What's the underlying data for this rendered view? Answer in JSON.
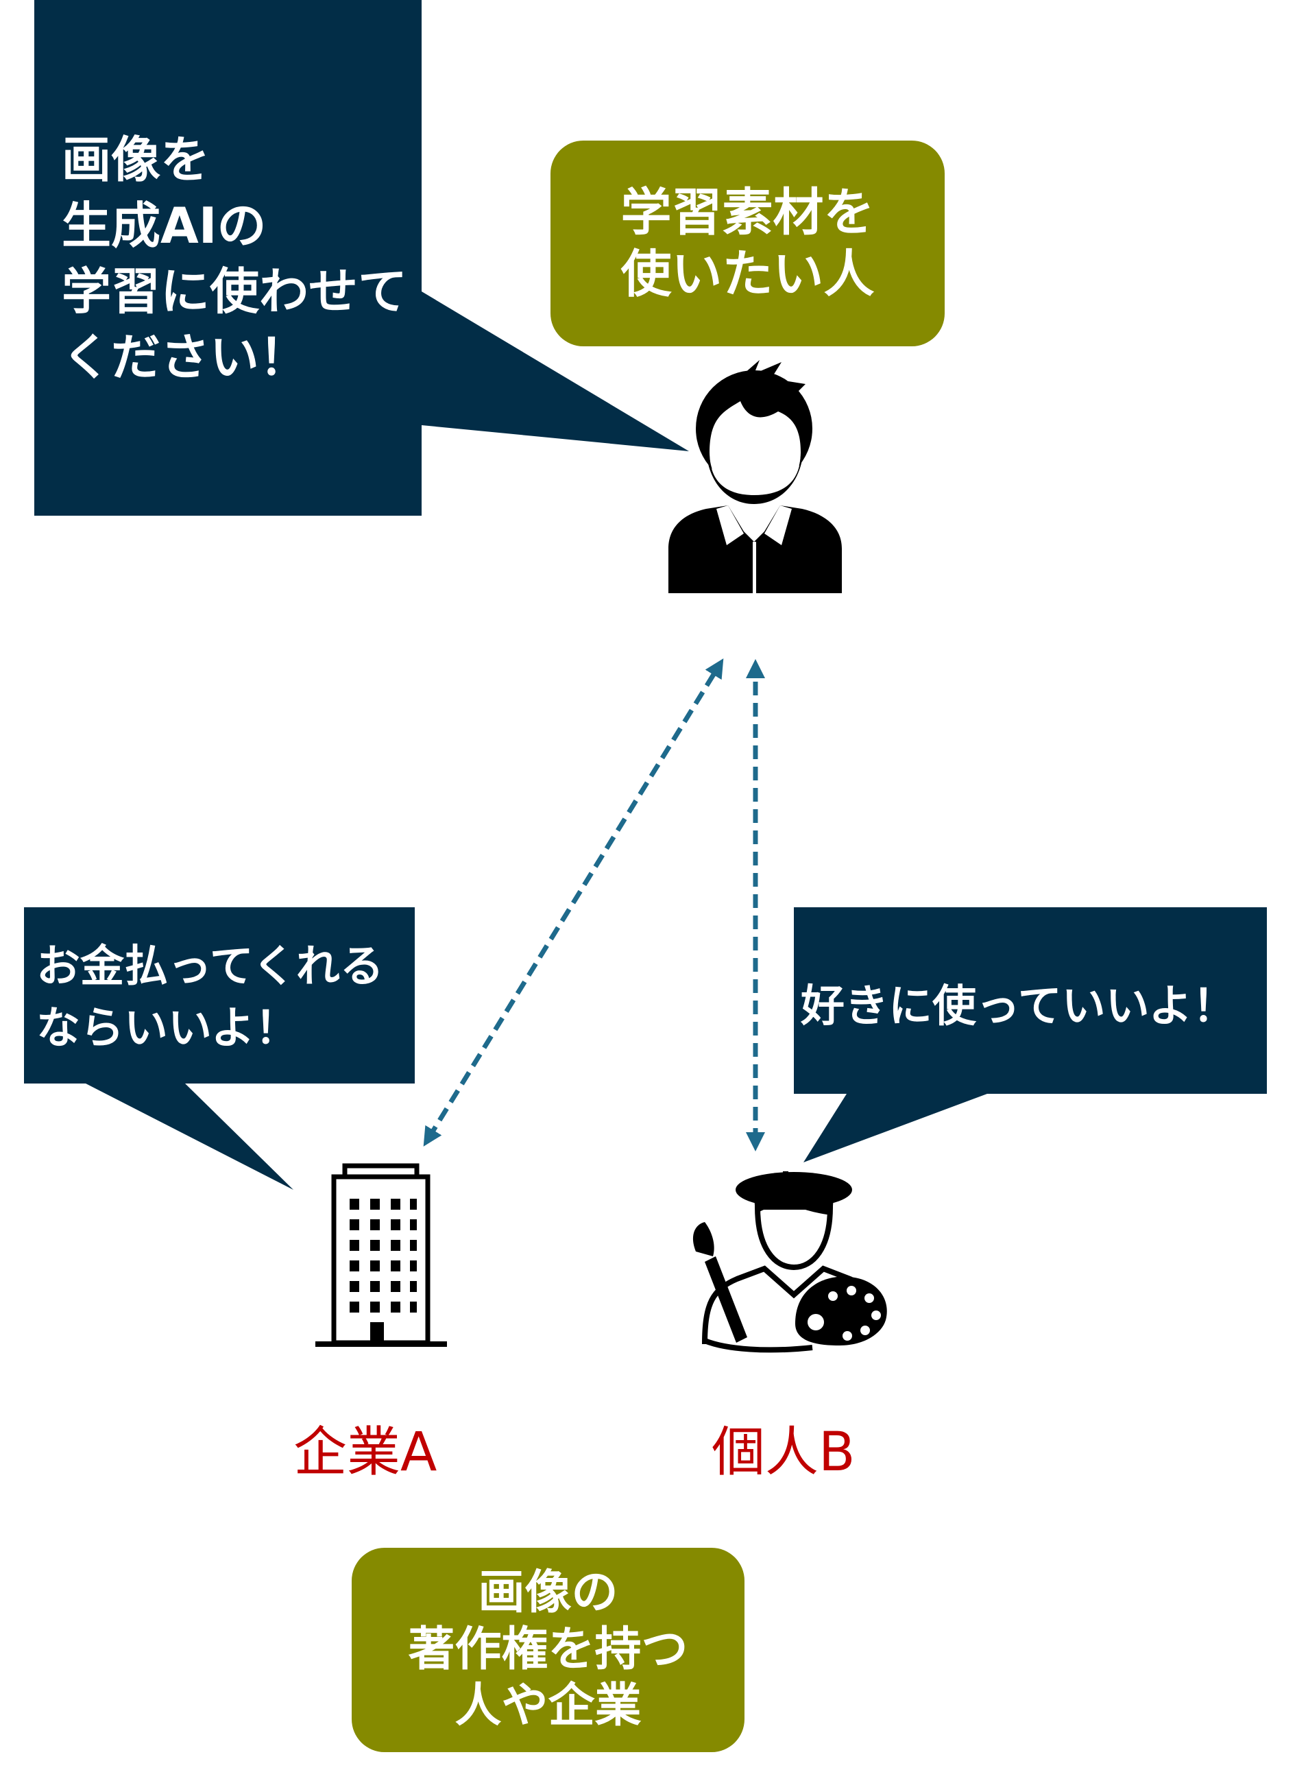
{
  "bubbles": {
    "ai_request": "画像を\n生成AIの\n学習に使わせて\nください！",
    "company_reply": "お金払ってくれる\nならいいよ！",
    "individual_reply": "好きに使っていいよ！"
  },
  "labels": {
    "user": "学習素材を\n使いたい人",
    "holders": "画像の\n著作権を持つ\n人や企業"
  },
  "captions": {
    "company": "企業A",
    "individual": "個人B"
  },
  "icons": {
    "user": "person-icon",
    "company": "office-building-icon",
    "individual": "artist-icon"
  },
  "colors": {
    "bubble": "#022d47",
    "label": "#858a00",
    "caption": "#c00000",
    "arrow": "#1e6a8c",
    "icon": "#000000"
  }
}
